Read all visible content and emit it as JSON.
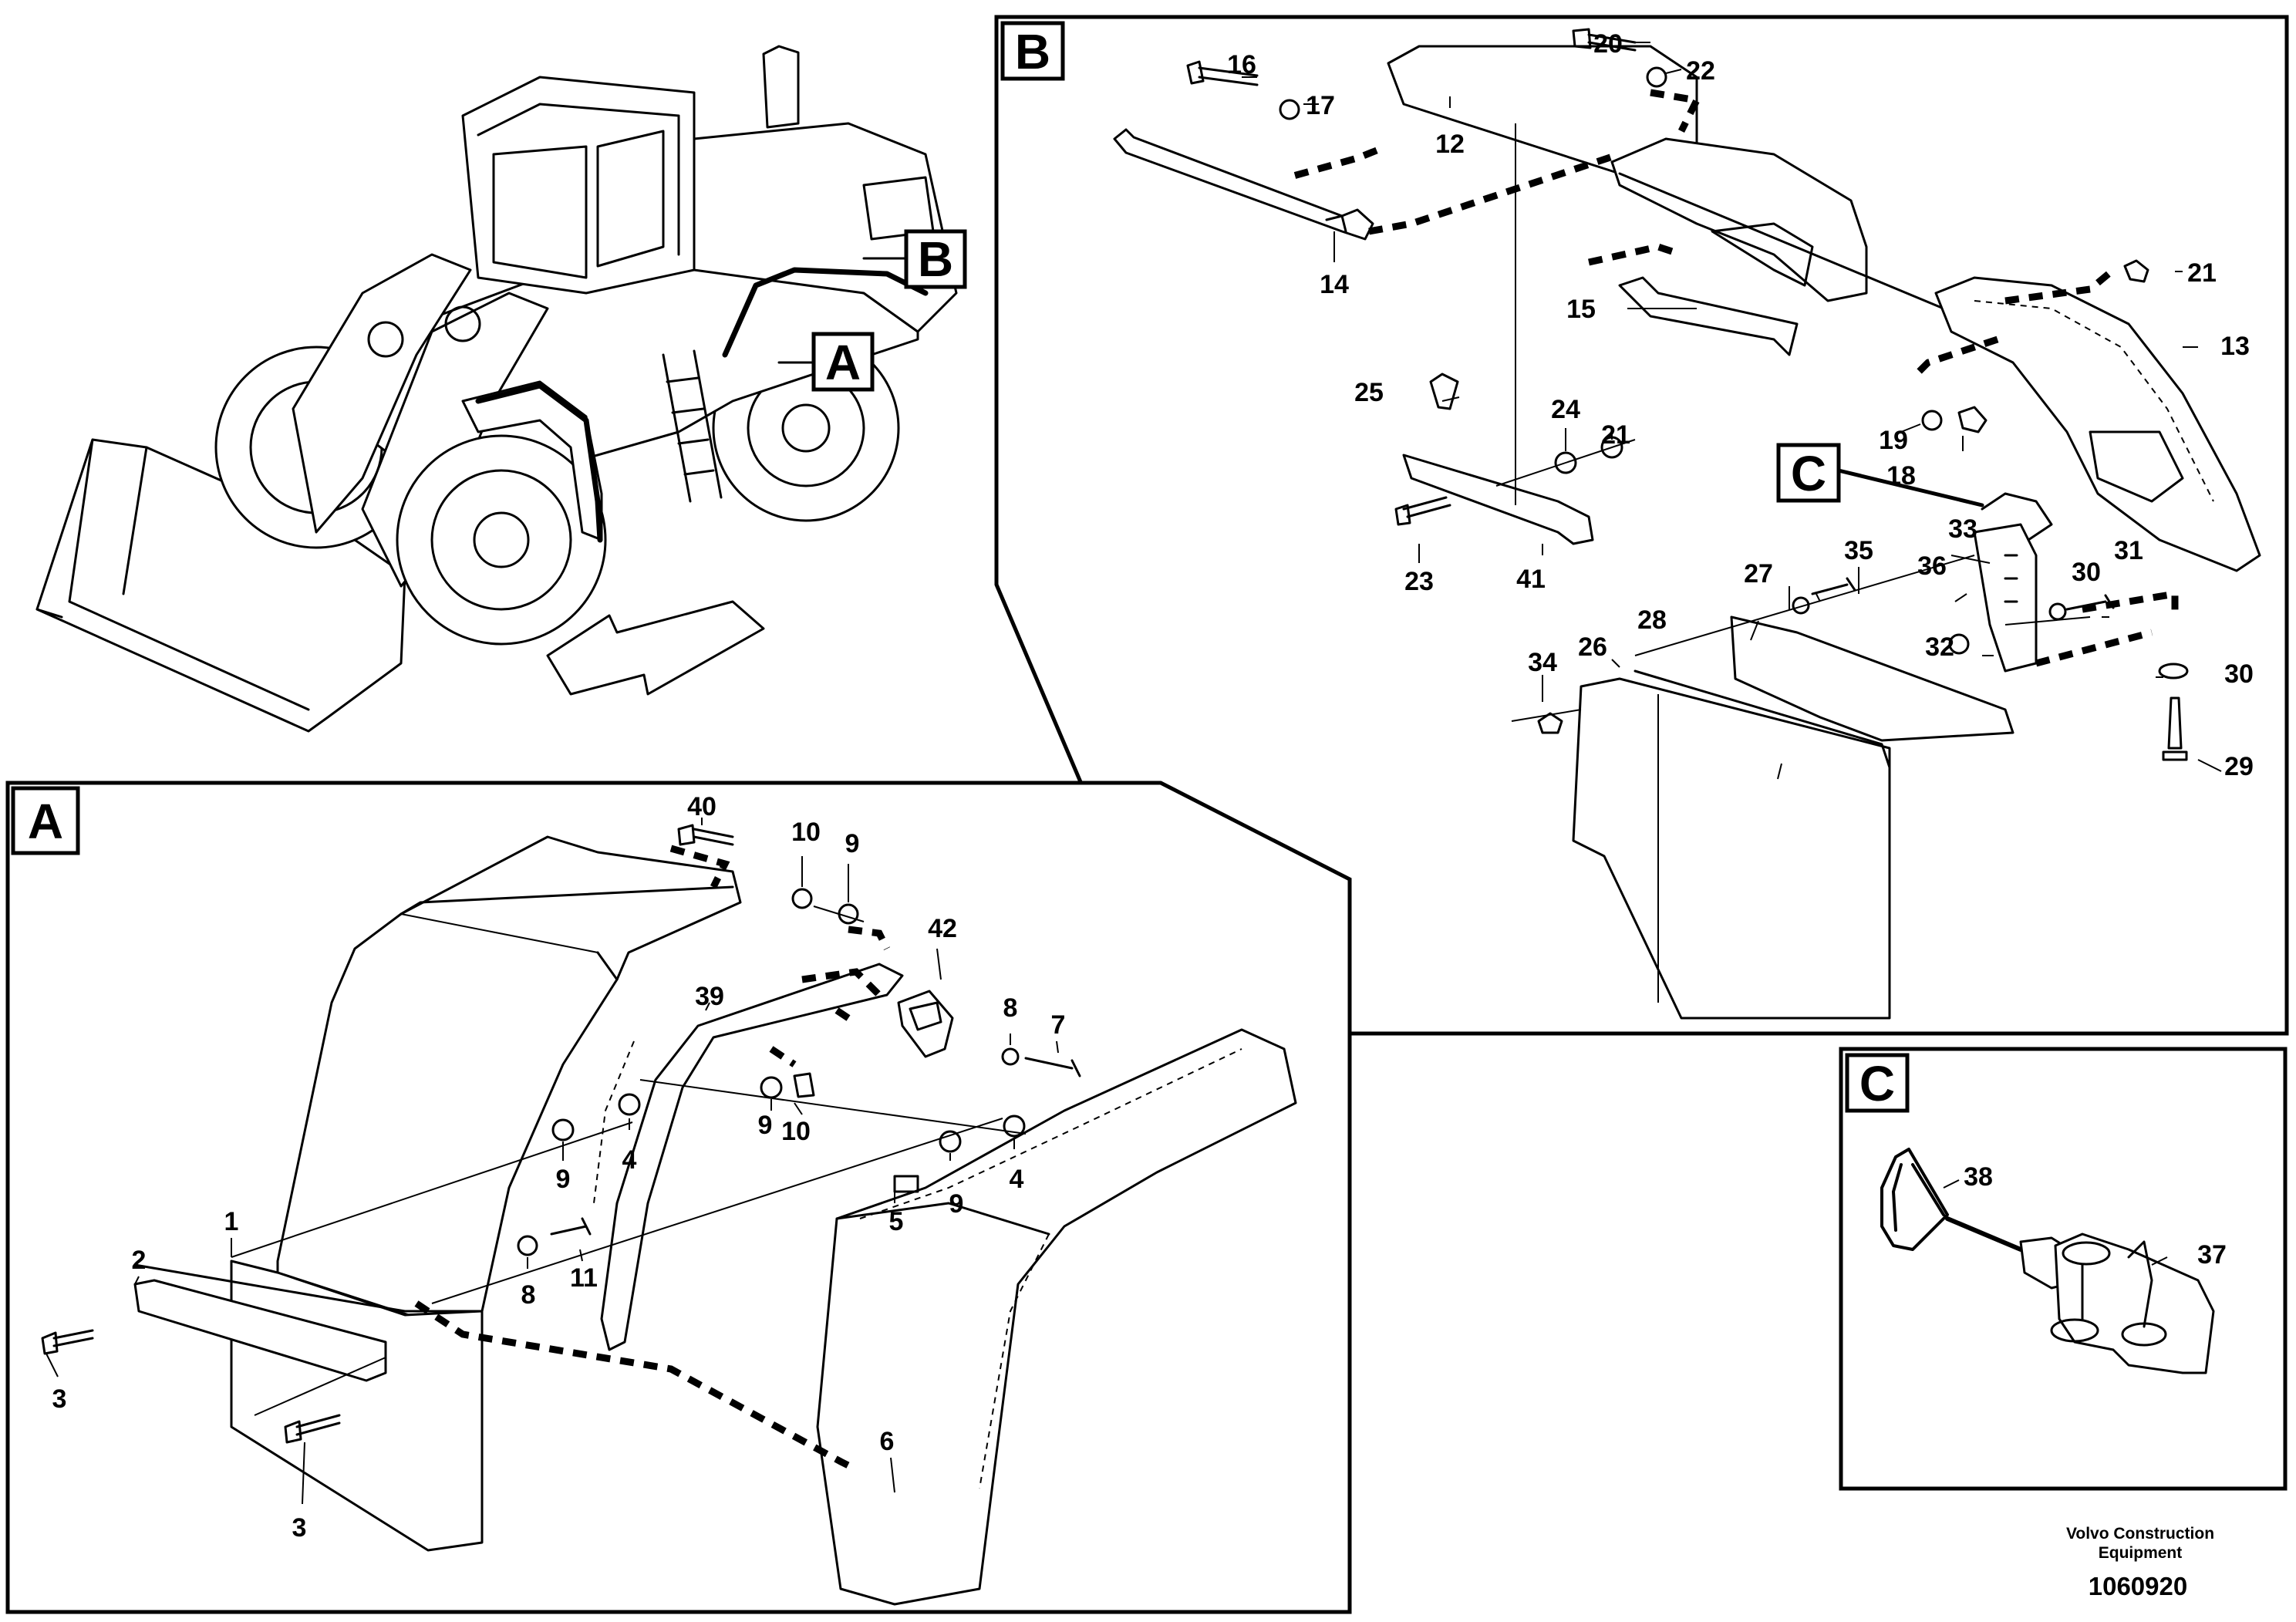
{
  "views": {
    "a_label": "A",
    "b_label": "B",
    "c_label": "C"
  },
  "overview": {
    "pointer_a": "A",
    "pointer_b": "B"
  },
  "detail_b": {
    "callout_c": "C",
    "parts": {
      "p12": "12",
      "p13": "13",
      "p14": "14",
      "p15": "15",
      "p16": "16",
      "p17": "17",
      "p18": "18",
      "p19": "19",
      "p20": "20",
      "p21a": "21",
      "p21b": "21",
      "p22": "22",
      "p23": "23",
      "p24": "24",
      "p25": "25",
      "p26": "26",
      "p27": "27",
      "p28": "28",
      "p29": "29",
      "p30a": "30",
      "p30b": "30",
      "p31": "31",
      "p32": "32",
      "p33": "33",
      "p34": "34",
      "p35": "35",
      "p36": "36",
      "p41": "41"
    }
  },
  "detail_a": {
    "parts": {
      "p1": "1",
      "p2": "2",
      "p3a": "3",
      "p3b": "3",
      "p4a": "4",
      "p4b": "4",
      "p5": "5",
      "p6": "6",
      "p7": "7",
      "p8a": "8",
      "p8b": "8",
      "p9a": "9",
      "p9b": "9",
      "p9c": "9",
      "p9d": "9",
      "p10a": "10",
      "p10b": "10",
      "p11": "11",
      "p39": "39",
      "p40": "40",
      "p42": "42"
    }
  },
  "detail_c": {
    "parts": {
      "p37": "37",
      "p38": "38"
    }
  },
  "footer": {
    "company_line1": "Volvo Construction",
    "company_line2": "Equipment",
    "document_number": "1060920"
  }
}
